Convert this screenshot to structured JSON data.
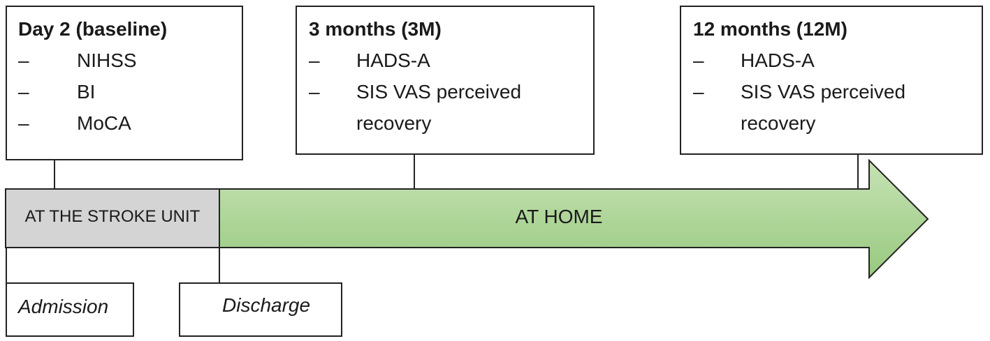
{
  "milestones": {
    "baseline": {
      "title": "Day 2 (baseline)",
      "items": [
        "NIHSS",
        "BI",
        "MoCA"
      ]
    },
    "three_months": {
      "title": "3 months (3M)",
      "items": [
        "HADS-A",
        "SIS VAS perceived recovery"
      ]
    },
    "twelve_months": {
      "title": "12 months (12M)",
      "items": [
        "HADS-A",
        "SIS VAS perceived recovery"
      ]
    }
  },
  "bullet": "–",
  "phases": {
    "stroke_unit": "AT THE STROKE UNIT",
    "home": "AT HOME"
  },
  "events": {
    "admission": "Admission",
    "discharge": "Discharge"
  },
  "colors": {
    "stroke_unit_fill": "#d4d4d4",
    "home_fill_light": "#c6e2b4",
    "home_fill_dark": "#98c97f",
    "outline": "#222222"
  }
}
